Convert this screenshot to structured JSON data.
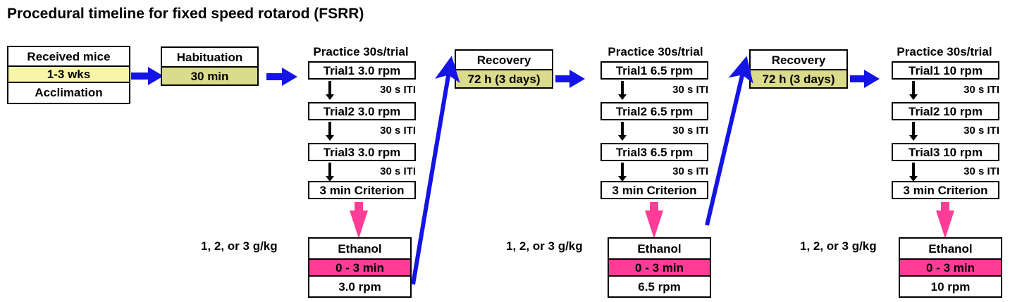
{
  "title": "Procedural timeline for fixed speed rotarod (FSRR)",
  "colors": {
    "blue_arrow": "#1414e6",
    "pink_band": "#ff3d96",
    "yellow_pale": "#f7f6a8",
    "yellow_olive": "#dbdb8c",
    "border": "#000000"
  },
  "stage1": {
    "received": {
      "line1": "Received mice",
      "line2": "1-3 wks",
      "line3": "Acclimation"
    },
    "habituation": {
      "line1": "Habituation",
      "line2": "30 min"
    }
  },
  "practice_blocks": [
    {
      "heading": "Practice 30s/trial",
      "trial1": "Trial1  3.0 rpm",
      "iti1": "30 s ITI",
      "trial2": "Trial2  3.0 rpm",
      "iti2": "30 s ITI",
      "trial3": "Trial3  3.0 rpm",
      "iti3": "30 s ITI",
      "criterion": "3 min Criterion",
      "dose": "1, 2, or 3 g/kg",
      "ethanol_line1": "Ethanol",
      "ethanol_line2": "0 - 3 min",
      "ethanol_line3": "3.0 rpm"
    },
    {
      "heading": "Practice 30s/trial",
      "trial1": "Trial1  6.5 rpm",
      "iti1": "30 s ITI",
      "trial2": "Trial2  6.5 rpm",
      "iti2": "30 s ITI",
      "trial3": "Trial3  6.5 rpm",
      "iti3": "30 s ITI",
      "criterion": "3 min Criterion",
      "dose": "1, 2, or 3 g/kg",
      "ethanol_line1": "Ethanol",
      "ethanol_line2": "0 - 3 min",
      "ethanol_line3": "6.5 rpm"
    },
    {
      "heading": "Practice 30s/trial",
      "trial1": "Trial1  10 rpm",
      "iti1": "30 s ITI",
      "trial2": "Trial2  10 rpm",
      "iti2": "30 s ITI",
      "trial3": "Trial3  10 rpm",
      "iti3": "30 s ITI",
      "criterion": "3 min Criterion",
      "dose": "1, 2, or 3 g/kg",
      "ethanol_line1": "Ethanol",
      "ethanol_line2": "0 - 3 min",
      "ethanol_line3": "10 rpm"
    }
  ],
  "recovery_blocks": [
    {
      "line1": "Recovery",
      "line2": "72 h (3 days)"
    },
    {
      "line1": "Recovery",
      "line2": "72 h (3 days)"
    }
  ]
}
